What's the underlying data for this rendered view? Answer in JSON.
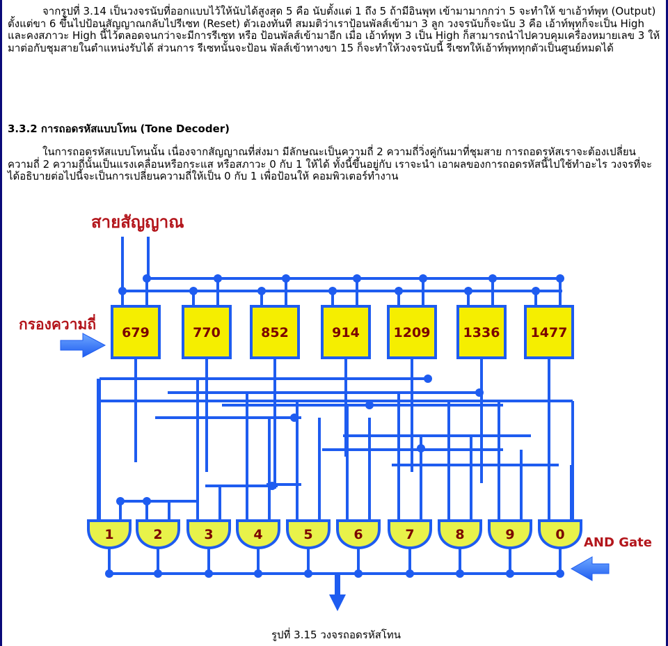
{
  "paragraph1": "จากรูปที่ 3.14 เป็นวงจรนับที่ออกแบบไว้ให้นับได้สูงสุด 5 คือ นับตั้งแต่ 1 ถึง 5 ถ้ามีอินพุท เข้ามามากกว่า 5 จะทำให้ ขาเอ้าท์พุท (Output) ตั้งแต่ขา 6 ขึ้นไปป้อนสัญญาณกลับไปรีเซท (Reset) ตัวเองทันที สมมติว่าเราป้อนพัลส์เข้ามา 3 ลูก วงจรนับก็จะนับ 3 คือ เอ้าท์พุทก็จะเป็น High และคงสภาวะ High นี้ไว้ตลอดจนกว่าจะมีการรีเซท หรือ ป้อนพัลส์เข้ามาอีก เมื่อ เอ้าท์พุท 3 เป็น High ก็สามารถนำไปควบคุมเครื่องหมายเลข 3 ให้มาต่อกับชุมสายในตำแหน่งรับได้ ส่วนการ รีเซทนั้นจะป้อน พัลส์เข้าทางขา 15 ก็จะทำให้วงจรนับนี้ รีเซทให้เอ้าท์พุททุกตัวเป็นศูนย์หมดได้",
  "heading": "3.3.2 การถอดรหัสแบบโทน (Tone Decoder)",
  "paragraph2": "ในการถอดรหัสแบบโทนนั้น เนื่องจากสัญญาณที่ส่งมา มีลักษณะเป็นความถี่ 2 ความถี่วิ่งคู่กันมาที่ชุมสาย การถอดรหัสเราจะต้องเปลี่ยนความถี่ 2 ความถี่นั้นเป็นแรงเคลื่อนหรือกระแส หรือสภาวะ 0 กับ 1 ให้ได้ ทั้งนี้ขึ้นอยู่กับ เราจะนำ เอาผลของการถอดรหัสนี้ไปใช้ทำอะไร วงจรที่จะได้อธิบายต่อไปนี้จะเป็นการเปลี่ยนความถี่ให้เป็น 0 กับ 1 เพื่อป้อนให้ คอมพิวเตอร์ทำงาน",
  "diagram": {
    "signal_line_label": "สายสัญญาณ",
    "filter_label": "กรองความถี่",
    "and_gate_label": "AND Gate",
    "filters": [
      "679",
      "770",
      "852",
      "914",
      "1209",
      "1336",
      "1477"
    ],
    "gates": [
      "1",
      "2",
      "3",
      "4",
      "5",
      "6",
      "7",
      "8",
      "9",
      "0"
    ],
    "colors": {
      "wire": "#1e5cf0",
      "box_fill": "#f5ee00",
      "gate_fill": "#e8f24a",
      "label": "#b3151b"
    }
  },
  "caption": "รูปที่ 3.15 วงจรถอดรหัสโทน"
}
